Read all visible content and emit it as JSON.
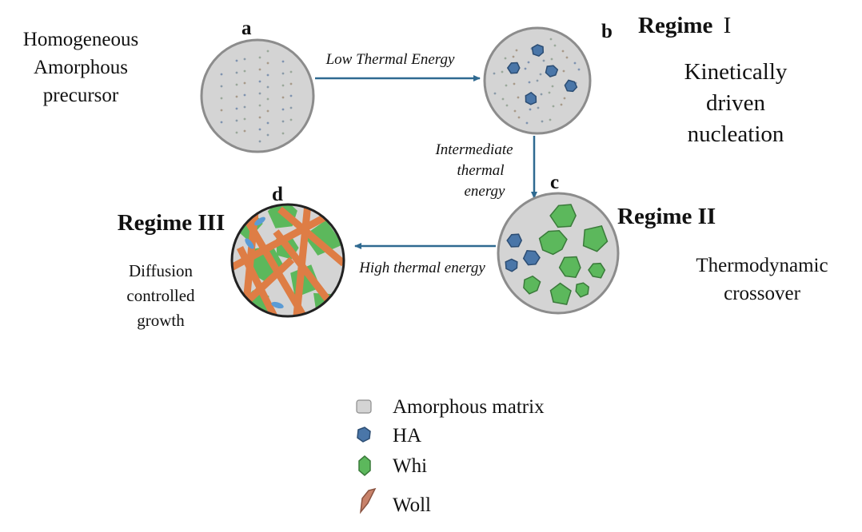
{
  "panels": {
    "a": {
      "letter": "a",
      "desc": [
        "Homogeneous",
        "Amorphous",
        "precursor"
      ]
    },
    "b": {
      "letter": "b",
      "regime_bold": "Regime",
      "regime_num": "I",
      "desc": [
        "Kinetically",
        "driven",
        "nucleation"
      ]
    },
    "c": {
      "letter": "c",
      "regime": "Regime II",
      "desc": [
        "Thermodynamic",
        "crossover"
      ]
    },
    "d": {
      "letter": "d",
      "regime": "Regime III",
      "desc": [
        "Diffusion",
        "controlled",
        "growth"
      ]
    }
  },
  "arrows": {
    "a_to_b": "Low Thermal Energy",
    "b_to_c": [
      "Intermediate",
      "thermal",
      "energy"
    ],
    "c_to_d": "High thermal energy"
  },
  "legend": [
    {
      "label": "Amorphous matrix",
      "shape": "rounded-square",
      "color": "#d4d4d4"
    },
    {
      "label": "HA",
      "shape": "hexagon",
      "color": "#4a76a8"
    },
    {
      "label": "Whi",
      "shape": "hexagon",
      "color": "#5cb85c"
    },
    {
      "label": "Woll",
      "shape": "sliver",
      "color": "#c8826a"
    }
  ],
  "colors": {
    "matrix": "#d4d4d4",
    "matrix_border": "#8c8c8c",
    "arrow": "#2f6a91",
    "ha": "#4a76a8",
    "whi": "#5cb85c",
    "woll": "#de7d45"
  }
}
